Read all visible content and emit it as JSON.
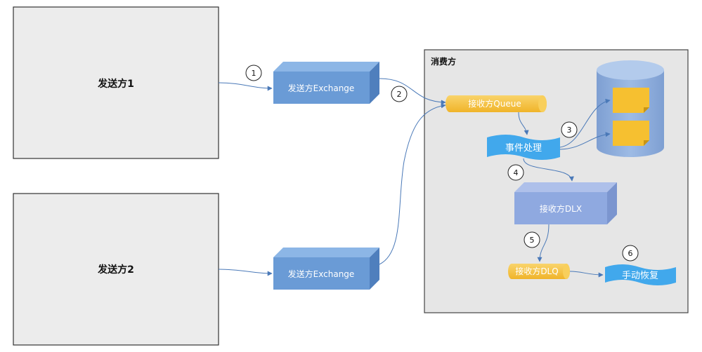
{
  "senders": [
    {
      "label": "发送方1"
    },
    {
      "label": "发送方2"
    }
  ],
  "exchanges": [
    {
      "label": "发送方Exchange"
    },
    {
      "label": "发送方Exchange"
    }
  ],
  "consumer": {
    "title": "消费方",
    "queue": "接收方Queue",
    "processing": "事件处理",
    "dlx": "接收方DLX",
    "dlq": "接收方DLQ",
    "manual_recovery": "手动恢复"
  },
  "steps": [
    "1",
    "2",
    "3",
    "4",
    "5",
    "6"
  ],
  "colors": {
    "sender_fill": "#ececec",
    "consumer_fill": "#e6e6e6",
    "exchange_front": "#6a9bd6",
    "exchange_top": "#8cb6e6",
    "exchange_side": "#4f7fbd",
    "queue_fill": "#f6c242",
    "process_fill": "#41a8ec",
    "dlx_front": "#8fa9e0",
    "db_fill": "#8fb0df",
    "note_fill": "#f6c030",
    "arrow": "#4a79b8"
  }
}
